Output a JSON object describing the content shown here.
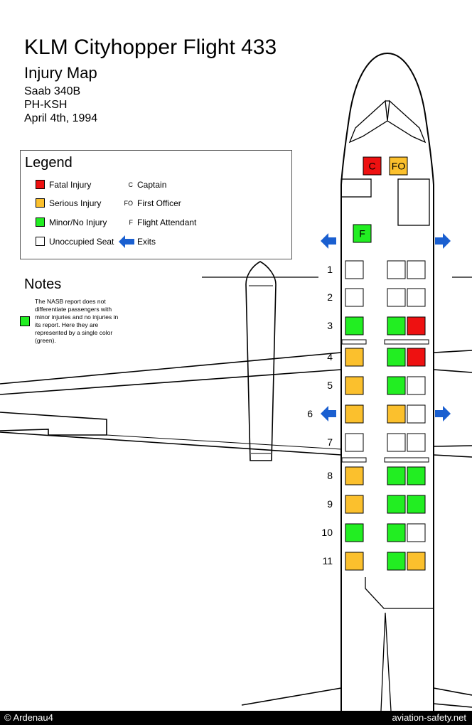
{
  "header": {
    "title": "KLM Cityhopper Flight 433",
    "subtitle": "Injury Map",
    "aircraft": "Saab 340B",
    "registration": "PH-KSH",
    "date": "April 4th, 1994"
  },
  "legend": {
    "title": "Legend",
    "items": [
      {
        "label": "Fatal Injury",
        "color": "#ee1111"
      },
      {
        "label": "Serious Injury",
        "color": "#fbc02d"
      },
      {
        "label": "Minor/No Injury",
        "color": "#22ee22"
      },
      {
        "label": "Unoccupied Seat",
        "color": "#ffffff"
      }
    ],
    "codes": [
      {
        "code": "C",
        "label": "Captain"
      },
      {
        "code": "FO",
        "label": "First Officer"
      },
      {
        "code": "F",
        "label": "Flight Attendant"
      }
    ],
    "exits_label": "Exits"
  },
  "notes": {
    "title": "Notes",
    "text": "The NASB report does not differentiate passengers with minor injuries and no injuries in its report. Here they are represented by a single color (green)."
  },
  "cockpit": {
    "captain": {
      "code": "C",
      "status": "fatal"
    },
    "first_officer": {
      "code": "FO",
      "status": "serious"
    },
    "flight_attendant": {
      "code": "F",
      "status": "minor"
    }
  },
  "rows": [
    {
      "num": "1",
      "seats": [
        "empty",
        "empty",
        "empty"
      ]
    },
    {
      "num": "2",
      "seats": [
        "empty",
        "empty",
        "empty"
      ]
    },
    {
      "num": "3",
      "seats": [
        "minor",
        "minor",
        "fatal"
      ]
    },
    {
      "num": "4",
      "seats": [
        "serious",
        "minor",
        "fatal"
      ]
    },
    {
      "num": "5",
      "seats": [
        "serious",
        "minor",
        "empty"
      ]
    },
    {
      "num": "6",
      "seats": [
        "serious",
        "serious",
        "empty"
      ]
    },
    {
      "num": "7",
      "seats": [
        "empty",
        "empty",
        "empty"
      ]
    },
    {
      "num": "8",
      "seats": [
        "serious",
        "minor",
        "minor"
      ]
    },
    {
      "num": "9",
      "seats": [
        "serious",
        "minor",
        "minor"
      ]
    },
    {
      "num": "10",
      "seats": [
        "minor",
        "minor",
        "empty"
      ]
    },
    {
      "num": "11",
      "seats": [
        "serious",
        "minor",
        "serious"
      ]
    }
  ],
  "status_colors": {
    "fatal": "#ee1111",
    "serious": "#fbc02d",
    "minor": "#22ee22",
    "empty": "#ffffff"
  },
  "exit_color": "#1a5fd0",
  "footer": {
    "left": "© Ardenau4",
    "right": "aviation-safety.net"
  }
}
